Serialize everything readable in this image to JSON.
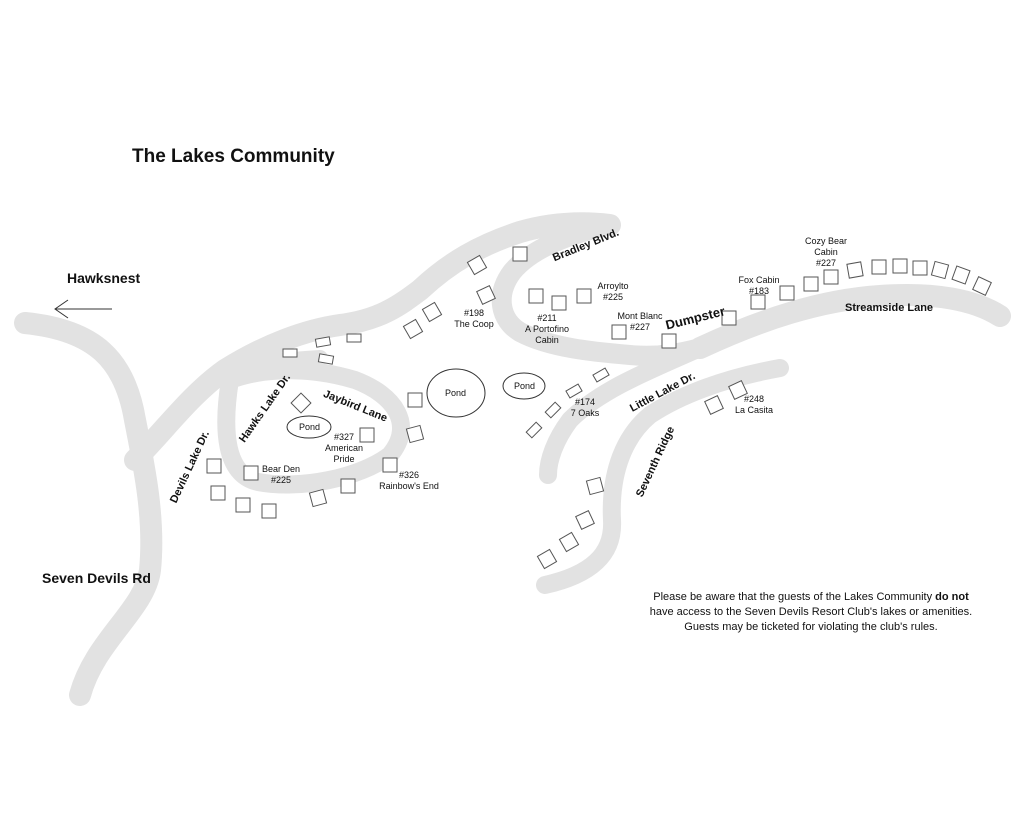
{
  "title": "The Lakes Community",
  "directions": {
    "hawksnest": "Hawksnest",
    "seven_devils_rd": "Seven Devils Rd"
  },
  "streets": {
    "bradley_blvd": "Bradley Blvd.",
    "streamside_lane": "Streamside Lane",
    "little_lake_dr": "Little Lake Dr.",
    "seventh_ridge": "Seventh Ridge",
    "hawks_lake_dr": "Hawks Lake Dr.",
    "jaybird_lane": "Jaybird Lane",
    "devils_lake_dr": "Devils Lake Dr."
  },
  "ponds": [
    "Pond",
    "Pond",
    "Pond"
  ],
  "dumpster": "Dumpster",
  "cabins": {
    "the_coop": {
      "num": "#198",
      "name": "The Coop"
    },
    "a_portofino": {
      "num": "#211",
      "name1": "A Portofino",
      "name2": "Cabin"
    },
    "arroylto": {
      "name": "Arroylto",
      "num": "#225"
    },
    "mont_blanc": {
      "name": "Mont Blanc",
      "num": "#227"
    },
    "fox_cabin": {
      "name": "Fox Cabin",
      "num": "#183"
    },
    "cozy_bear": {
      "name1": "Cozy Bear",
      "name2": "Cabin",
      "num": "#227"
    },
    "seven_oaks": {
      "num": "#174",
      "name": "7 Oaks"
    },
    "la_casita": {
      "num": "#248",
      "name": "La Casita"
    },
    "american_pride": {
      "num": "#327",
      "name1": "American",
      "name2": "Pride"
    },
    "rainbows_end": {
      "num": "#326",
      "name": "Rainbow's End"
    },
    "bear_den": {
      "name": "Bear Den",
      "num": "#225"
    }
  },
  "notice": {
    "line1_pre": "Please be aware that the guests of the Lakes Community",
    "line1_bold": "do not",
    "line2": "have access to the Seven Devils Resort Club's lakes or amenities.",
    "line3": "Guests may be ticketed for violating the club's rules."
  },
  "colors": {
    "road": "#e2e2e2",
    "house_stroke": "#555555",
    "text": "#111111"
  }
}
